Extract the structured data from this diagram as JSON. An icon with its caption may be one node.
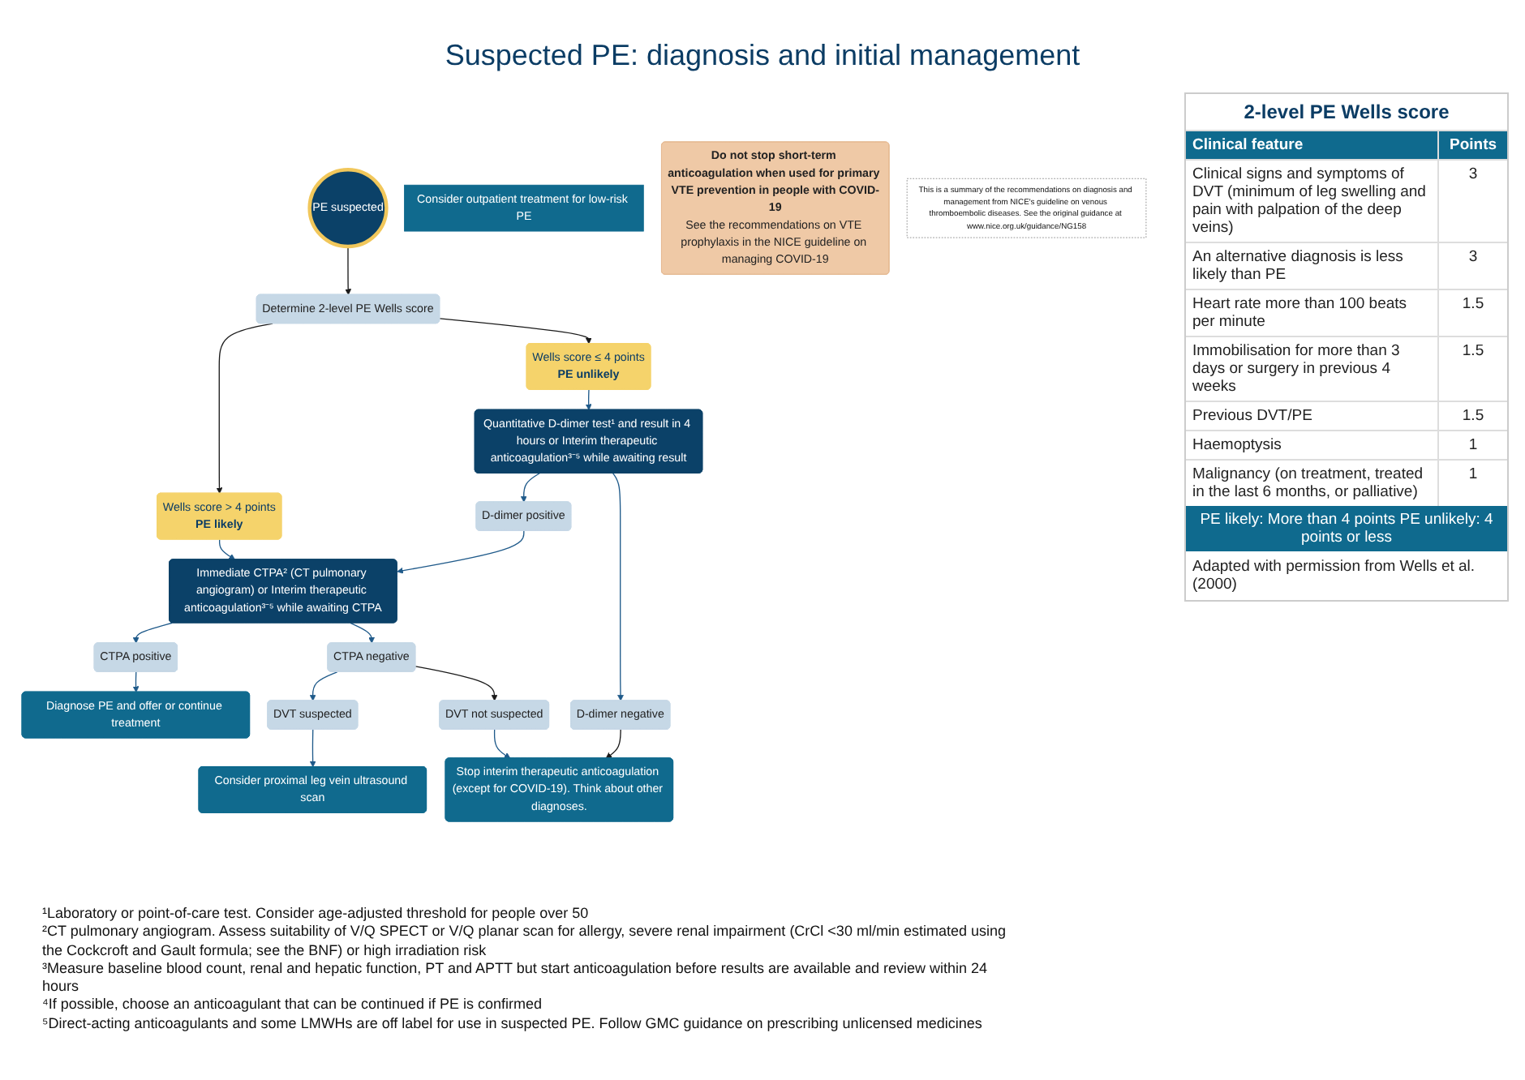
{
  "diagram": {
    "title": "Suspected PE: diagnosis and initial management",
    "nodes": [
      {
        "text": [
          "PE suspected"
        ]
      },
      {
        "text": [
          "Determine 2-level PE Wells score"
        ]
      },
      {
        "text": [
          "Wells score > 4 points",
          "PE likely"
        ]
      },
      {
        "text": [
          "Wells score ≤ 4 points",
          "PE unlikely"
        ]
      },
      {
        "text": [
          "Quantitative D-dimer test¹ and result in 4 hours or Interim therapeutic anticoagulation³⁻⁵ while awaiting result"
        ]
      },
      {
        "text": [
          "Immediate CTPA² (CT pulmonary angiogram) or Interim therapeutic anticoagulation³⁻⁵ while awaiting CTPA"
        ]
      },
      {
        "text": [
          "D-dimer positive"
        ]
      },
      {
        "text": [
          "D-dimer negative"
        ]
      },
      {
        "text": [
          "CTPA positive"
        ]
      },
      {
        "text": [
          "CTPA negative"
        ]
      },
      {
        "text": [
          "Diagnose PE and offer or continue treatment"
        ]
      },
      {
        "text": [
          "DVT suspected"
        ]
      },
      {
        "text": [
          "DVT not suspected"
        ]
      },
      {
        "text": [
          "Consider proximal leg vein ultrasound scan"
        ]
      },
      {
        "text": [
          "Stop interim therapeutic anticoagulation (except for COVID-19). Think about other diagnoses."
        ]
      },
      {
        "text": [
          "Consider outpatient treatment for low-risk PE"
        ]
      },
      {
        "text": [
          "Do not stop short-term anticoagulation when used for primary VTE prevention in people with COVID-19",
          "See the recommendations on VTE prophylaxis in the NICE guideline on managing COVID-19"
        ]
      },
      {
        "text": [
          "This is a summary of the recommendations on diagnosis and management from NICE's guideline on venous thromboembolic diseases. See the original guidance at www.nice.org.uk/guidance/NG158"
        ]
      }
    ],
    "edges": [
      {
        "from": 0,
        "to": 1,
        "arrow": "to",
        "color": "#1a1a1a"
      },
      {
        "from": 1,
        "to": 2,
        "arrow": "to",
        "color": "#1a1a1a"
      },
      {
        "from": 1,
        "to": 3,
        "arrow": "to",
        "color": "#1a1a1a"
      },
      {
        "from": 2,
        "to": 5,
        "arrow": "to"
      },
      {
        "from": 3,
        "to": 4,
        "arrow": "to"
      },
      {
        "from": 4,
        "to": 6,
        "arrow": "to"
      },
      {
        "from": 4,
        "to": 7,
        "arrow": "to"
      },
      {
        "from": 6,
        "to": 5,
        "arrow": "to"
      },
      {
        "from": 5,
        "to": 8,
        "arrow": "to"
      },
      {
        "from": 5,
        "to": 9,
        "arrow": "to"
      },
      {
        "from": 8,
        "to": 10,
        "arrow": "to"
      },
      {
        "from": 9,
        "to": 11,
        "arrow": "to"
      },
      {
        "from": 9,
        "to": 12,
        "arrow": "to",
        "color": "#1a1a1a"
      },
      {
        "from": 11,
        "to": 13,
        "arrow": "to"
      },
      {
        "from": 12,
        "to": 14,
        "arrow": "to"
      },
      {
        "from": 7,
        "to": 14,
        "arrow": "to",
        "color": "#1a1a1a"
      }
    ],
    "labels": [
      "2-level PE Wells score",
      "Clinical feature",
      "Points",
      "Clinical signs and symptoms of DVT (minimum of leg swelling and pain with palpation of the deep veins)",
      "3",
      "An alternative diagnosis is less likely than PE",
      "3",
      "Heart rate more than 100 beats per minute",
      "1.5",
      "Immobilisation for more than 3 days or surgery in previous 4 weeks",
      "1.5",
      "Previous DVT/PE",
      "1.5",
      "Haemoptysis",
      "1",
      "Malignancy (on treatment, treated in the last 6 months, or palliative)",
      "1",
      "PE likely: More than 4 points PE unlikely: 4 points or less",
      "Adapted with permission from Wells et al. (2000)",
      "¹Laboratory or point-of-care test. Consider age-adjusted threshold for people over 50",
      "²CT pulmonary angiogram. Assess suitability of V/Q SPECT or V/Q planar scan for allergy, severe renal impairment (CrCl <30 ml/min estimated using the Cockcroft and Gault formula; see the BNF) or high irradiation risk",
      "³Measure baseline blood count, renal and hepatic function, PT and APTT but start anticoagulation before results are available and review within 24 hours",
      "⁴If possible, choose an anticoagulant that can be continued if PE is confirmed",
      "⁵Direct-acting anticoagulants and some LMWHs are off label for use in suspected PE. Follow GMC guidance on prescribing unlicensed medicines"
    ]
  }
}
